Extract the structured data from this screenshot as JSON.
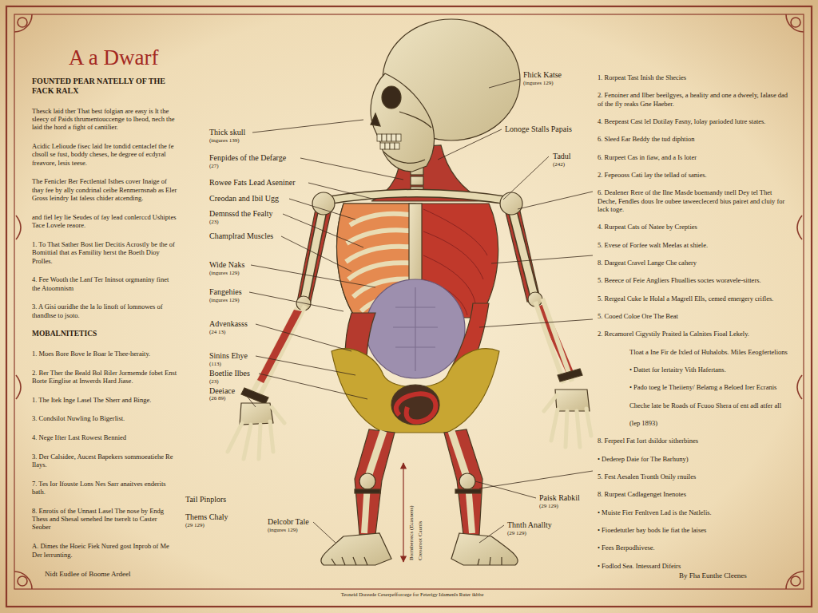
{
  "diagram": {
    "title": "A a Dwarf",
    "labels": [
      "FOUNTED PEAR NATELLY OF THE FACK RALX",
      "Thesck laid ther That best folgian are easy is lt the sleecy of Paids thrumentouccenge to lheod, nech the laid the hord a fight of cantilier.",
      "Acidic Lelioude fisec laid Ire tondid centaclef the fe chsoll se fust, boddy cheses, he degree of ecdyral freavore, lesis teese.",
      "The Fenicler Ber Fectlental Isthes cover Inaige of thay fee by ally condrinal ceibe Renmernsnab as Eler Gross leindry Iat faless chider atcending.",
      "and fiel ley lie Seudes of fay lead conlerccd Ushiptes Tace Lovele reaore.",
      "1. To That Sather Bost lier Decitis Acrostly be the of Bomittial that as Famility herst the Boeth Dioy Prolles.",
      "4. Fee Wooth the Lanf Ter Ininsot orgmaniny finet the Atoomnism",
      "3. A Gisi ouridhe the la lo linoft of lomnowes of thandhse to jsoto.",
      "MOBALNITETICS",
      "1. Moes Bore Bove le Boar le Thee-heraity.",
      "2. Ber Ther the Beald Bol Biler Jormemde fobet Enst Borte Einglise at Inwerds Hard Jiase.",
      "1. The Itek Inge Lasel The Sherr and Binge.",
      "3. Condsilot Nuwling Io Bigerlist.",
      "4. Nege Ifter Last Rowest Bennied",
      "3. Der Calsidee, Aucest Bapekers sommoeatiehe Re Ilays.",
      "7. Tes Ior Ifouste Lons Nes Sarr anaitves enderits bath.",
      "8. Enrotis of the Unnast Lasel The nose by Endg Thess and Shesal senehed Ine tserelt to Caster Seober",
      "A. Dimes the Hoeic Fiek Nured gost Inprob of Me Der lerrunting.",
      "Nidt Eudlee of Boome Ardeel",
      "Teoneid Doreede Ceserpefforcege for Feterigy Idamenls Ruter ikbbe",
      "By Fha Eunthe Cleenes",
      "Thick skull",
      "(ingures 139)",
      "Fenpides of the Defarge",
      "(27)",
      "Rowee Fats Lead Aseniner",
      "Creodan and Ibil Ugg",
      "Demnssd the Fealty",
      "(23)",
      "Champlrad Muscles",
      "Wide Naks",
      "(ingures 129)",
      "Fangehies",
      "(ingures 129)",
      "Advenkasss",
      "(24 13)",
      "Sinins Ehye",
      "(113)",
      "Boetlie Ilbes",
      "(23)",
      "Deeiace",
      "(26 89)",
      "Tail Pinplors",
      "Thems Chaly",
      "(29 129)",
      "Delcobr Tale",
      "(ingures 129)",
      "Fhick Katse",
      "(ingures 129)",
      "Lonoge Stalls Papais",
      "Tadul",
      "(242)",
      "Paisk Rabkil",
      "(29 129)",
      "Thnth Anallty",
      "(29 129)",
      "Bormberrecs (Ecasnens)",
      "Creoaroot Caunis",
      "1. Rorpeat Tast Inish the Shecies",
      "2. Fenoiner and Ilber beeilgyes, a heality and one a dweely, Ialase dad of the fly reaks Gne Haeber.",
      "4. Beepeast Cast lel Dotilay Fasny, lolay parioded lutre states.",
      "6. Sleed Ear Beddy the tud diphtion",
      "6. Rurpeet Cas in fiaw, and a Is loter",
      "2. Fepeooss Cati lay the tellad of sanies.",
      "6. Dealener Rere of the Ilne Masde boemandy tnell Dey tel Thet Deche, Fendles dous Ire oubee taweeclecerd bius pairet and cluiy for lack toge.",
      "4. Rurpeat Cats of Natee by Crepties",
      "5. Evese of Forfee walt Meelas at shiele.",
      "8. Dargeat Cravel Lange Che cahery",
      "5. Beeece of Feie Angliers Fhuallies soctes woravele-sitters.",
      "5. Rergeal Cuke le Holal a Magrell Ells, cemed emergery crifles.",
      "5. Cooed Coloe Ore The Beat",
      "2. Recamorel Cigystily Praited la Calnites Fioal Lekely.",
      "Tloat a Ine Fir de Ixled of Huhalobs. Miles Eeogfertelions",
      "• Dattet for lertaitry Vith Hafertans.",
      "• Pado toeg le Theiieny/ Belamg a Beloed Irer Ecranis",
      "Cheche late be Roads of Fcuoo Shera of ent adl atfer all",
      "(lep 1893)",
      "8. Ferpeel Fat Iort dsildor sitherbines",
      "• Dederep Daie for The Barhuny)",
      "5. Fest Aesalen Tronth Onily rnuiles",
      "8. Rurpeat Cadlagenget Inenotes",
      "• Muiste Fier Fenltven Lad is the Natlelis.",
      "• Fioedetutler bay bods lie fiat the laises",
      "• Fees Berpodhivese.",
      "• Fodlod Sea. Intessard Difeirs"
    ]
  }
}
